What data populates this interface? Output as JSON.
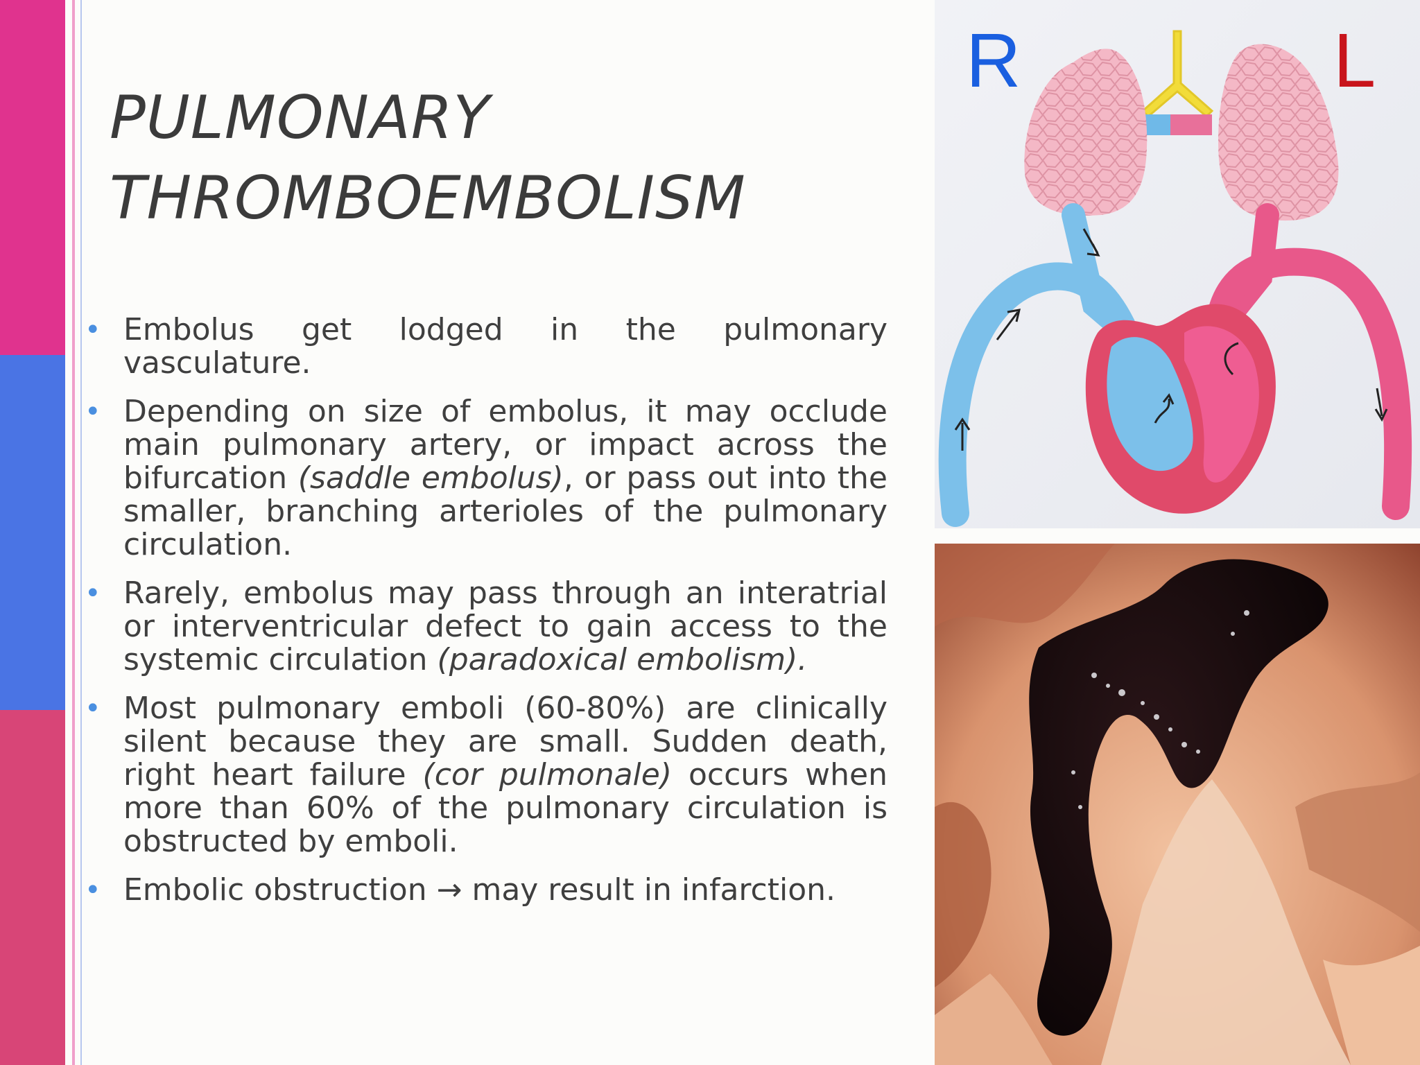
{
  "slide": {
    "title_line1": "PULMONARY",
    "title_line2": "THROMBOEMBOLISM",
    "bullets": [
      {
        "parts": [
          {
            "text": "Embolus get lodged in the pulmonary vasculature.",
            "italic": false
          }
        ]
      },
      {
        "parts": [
          {
            "text": "Depending on size of embolus, it may occlude main pulmonary artery, or impact across the bifurcation ",
            "italic": false
          },
          {
            "text": "(saddle embolus)",
            "italic": true
          },
          {
            "text": ", or pass out into the smaller, branching arterioles of the pulmonary circulation.",
            "italic": false
          }
        ]
      },
      {
        "parts": [
          {
            "text": "Rarely, embolus may pass through an interatrial or interventricular defect to gain access to the systemic circulation ",
            "italic": false
          },
          {
            "text": "(paradoxical embolism).",
            "italic": true
          }
        ]
      },
      {
        "parts": [
          {
            "text": "Most pulmonary emboli (60-80%) are clinically silent because they are small. Sudden death, right heart failure ",
            "italic": false
          },
          {
            "text": "(cor pulmonale)",
            "italic": true
          },
          {
            "text": " occurs when more than 60% of the pulmonary circulation is obstructed by emboli.",
            "italic": false
          }
        ]
      },
      {
        "parts": [
          {
            "text": "Embolic obstruction → may result in infarction.",
            "italic": false
          }
        ]
      }
    ]
  },
  "diagram": {
    "label_right": "R",
    "label_left": "L",
    "label_right_color": "#1a5fe0",
    "label_left_color": "#c8141c"
  },
  "colors": {
    "bar_pink": "#e0338e",
    "bar_blue": "#4a74e4",
    "bar_rose": "#d84577",
    "bullet": "#4a8fe0",
    "text": "#3f3f3f"
  }
}
